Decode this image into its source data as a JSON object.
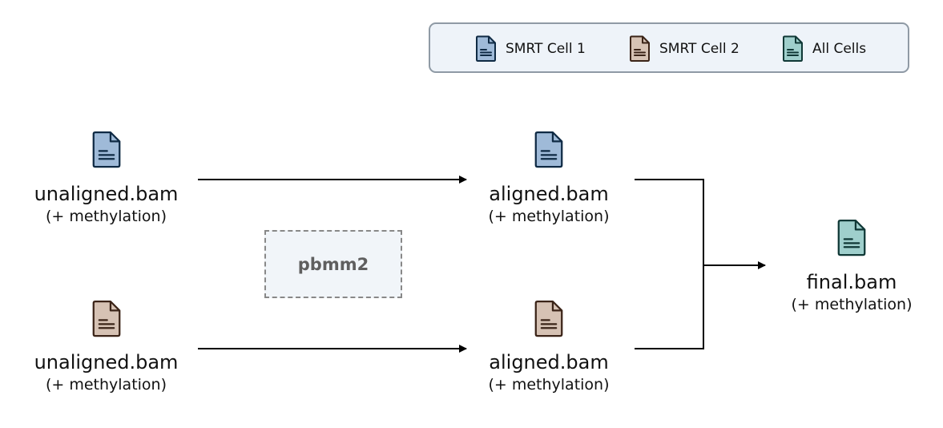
{
  "legend": {
    "items": [
      {
        "label": "SMRT Cell 1",
        "icon": "file-icon-blue",
        "fill": "#9fbad8",
        "stroke": "#0f2a44",
        "lines": "#0f2a44"
      },
      {
        "label": "SMRT Cell 2",
        "icon": "file-icon-beige",
        "fill": "#d6c2b4",
        "stroke": "#3b2418",
        "lines": "#3b2418"
      },
      {
        "label": "All Cells",
        "icon": "file-icon-teal",
        "fill": "#9fcfcc",
        "stroke": "#103836",
        "lines": "#103836"
      }
    ]
  },
  "nodes": {
    "unaligned_1": {
      "title": "unaligned.bam",
      "subtitle": "(+ methylation)"
    },
    "unaligned_2": {
      "title": "unaligned.bam",
      "subtitle": "(+ methylation)"
    },
    "aligned_1": {
      "title": "aligned.bam",
      "subtitle": "(+ methylation)"
    },
    "aligned_2": {
      "title": "aligned.bam",
      "subtitle": "(+ methylation)"
    },
    "final": {
      "title": "final.bam",
      "subtitle": "(+ methylation)"
    }
  },
  "process": {
    "label": "pbmm2"
  }
}
